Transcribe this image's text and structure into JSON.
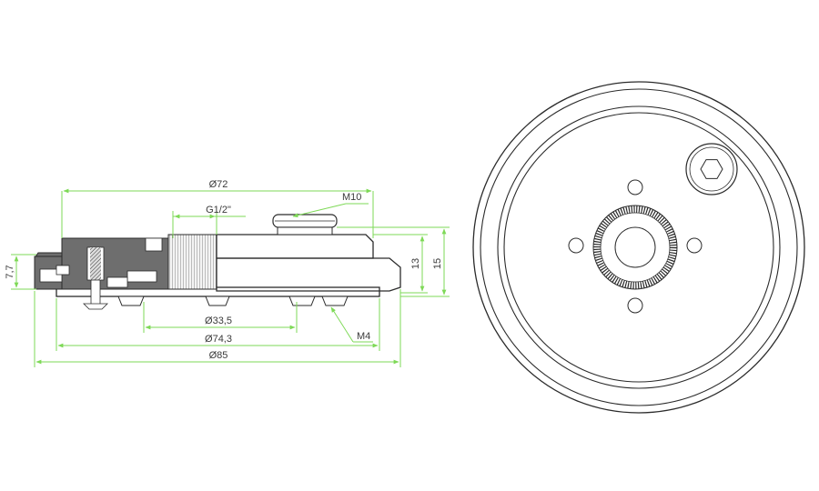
{
  "side_view": {
    "dimensions": {
      "d72": "Ø72",
      "g12": "G1/2\"",
      "m10": "M10",
      "h13": "13",
      "h15": "15",
      "h77": "7,7",
      "d335": "Ø33,5",
      "d743": "Ø74,3",
      "d85": "Ø85",
      "m4": "M4"
    }
  },
  "front_view": {
    "hex_icon": "hex-socket-icon"
  },
  "colors": {
    "dimension_line": "#7ed957",
    "outline": "#2b2b2b",
    "section_fill": "#6e6e6e",
    "gray_fill": "#cfcfcf"
  }
}
